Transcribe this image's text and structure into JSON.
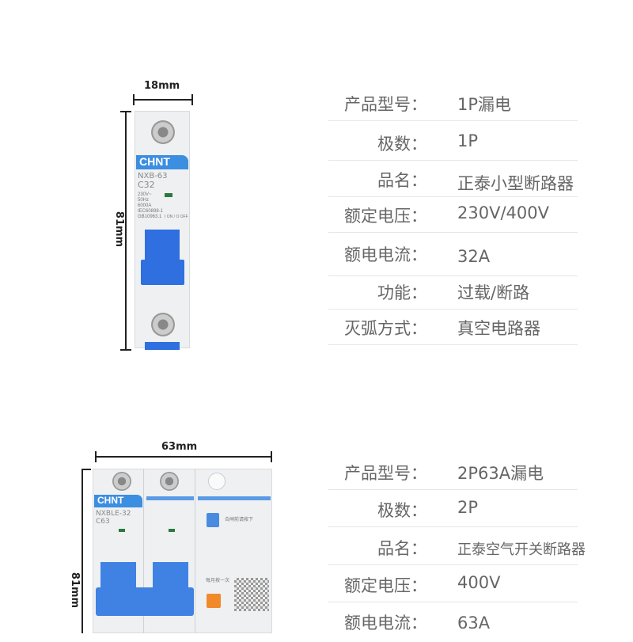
{
  "product1": {
    "width_label": "18mm",
    "height_label": "81mm",
    "brand": "CHNT",
    "model": "NXB-63",
    "rating": "C32",
    "spec_lines": [
      "230V~",
      "50Hz",
      "6000A",
      "IEC60898-1",
      "GB10963.1"
    ],
    "switch_text": "I ON / O OFF",
    "specs": [
      {
        "label": "产品型号：",
        "value": "1P漏电"
      },
      {
        "label": "极数：",
        "value": "1P"
      },
      {
        "label": "品名：",
        "value": "正泰小型断路器"
      },
      {
        "label": "额定电压：",
        "value": "230V/400V"
      },
      {
        "label": "额电电流：",
        "value": "32A"
      },
      {
        "label": "功能：",
        "value": "过载/断路"
      },
      {
        "label": "灭弧方式：",
        "value": "真空电路器"
      }
    ]
  },
  "product2": {
    "width_label": "63mm",
    "height_label": "81mm",
    "brand": "CHNT",
    "model": "NXBLE-32",
    "rating": "C63",
    "test_note": "合闸前请按下",
    "monthly_note": "每月按一次",
    "specs": [
      {
        "label": "产品型号：",
        "value": "2P63A漏电"
      },
      {
        "label": "极数：",
        "value": "2P"
      },
      {
        "label": "品名：",
        "value": "正泰空气开关断路器"
      },
      {
        "label": "额定电压：",
        "value": "400V"
      },
      {
        "label": "额电电流：",
        "value": "63A"
      }
    ]
  },
  "colors": {
    "accent_blue": "#2f6fe0",
    "brand_blue": "#3c8ee0",
    "text": "#666666"
  }
}
